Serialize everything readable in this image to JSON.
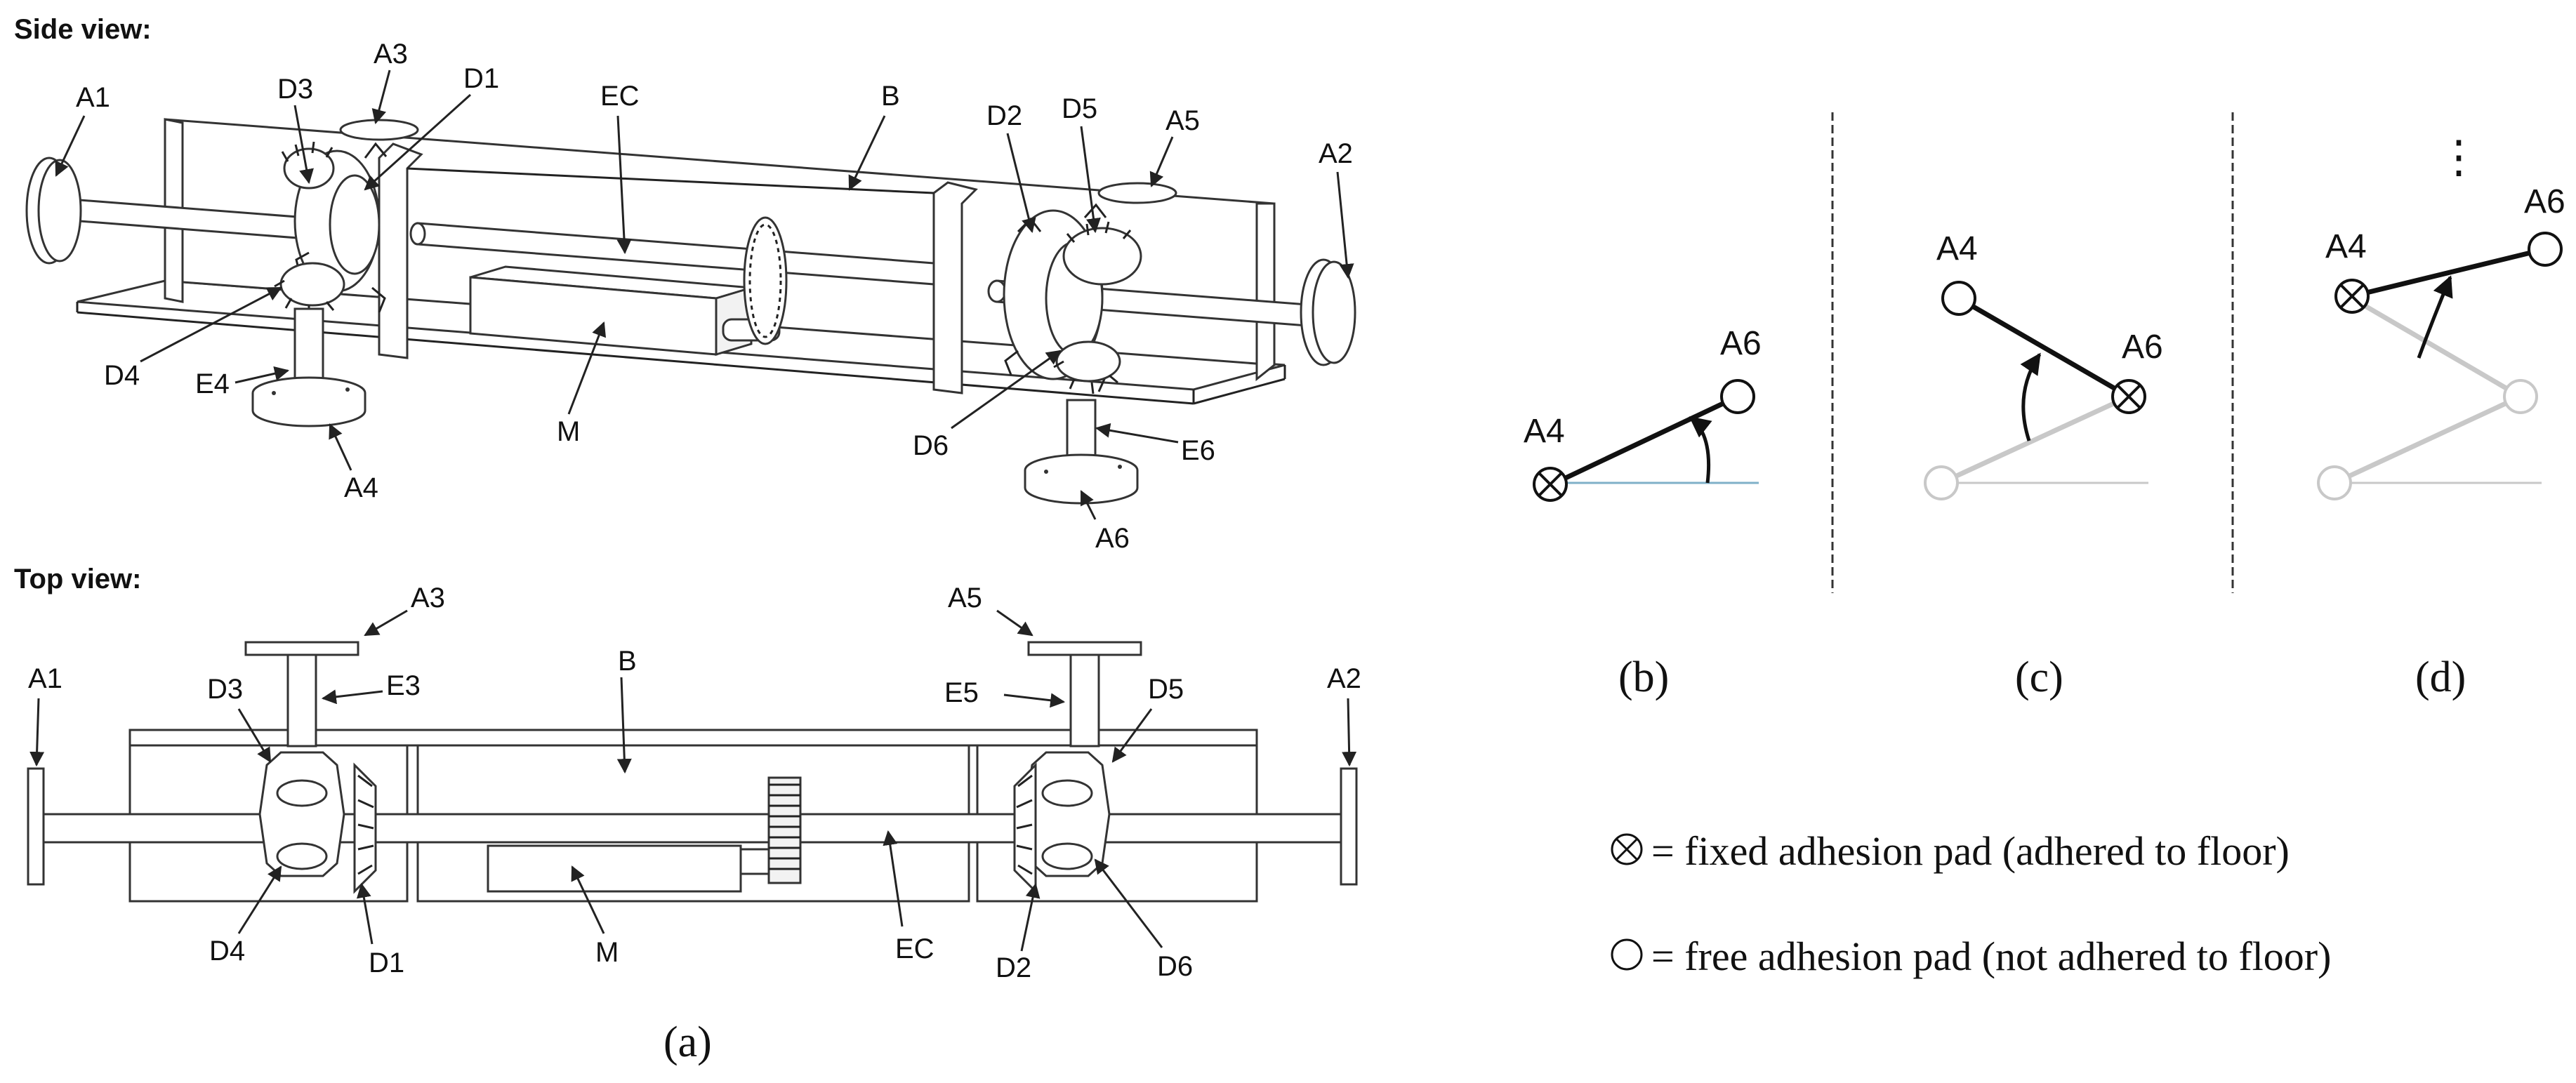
{
  "headers": {
    "side_view": "Side view:",
    "top_view": "Top view:"
  },
  "side_labels": {
    "A1": "A1",
    "A2": "A2",
    "A3": "A3",
    "A4": "A4",
    "A5": "A5",
    "A6": "A6",
    "D1": "D1",
    "D2": "D2",
    "D3": "D3",
    "D4": "D4",
    "D5": "D5",
    "D6": "D6",
    "EC": "EC",
    "B": "B",
    "M": "M",
    "E4": "E4",
    "E6": "E6"
  },
  "top_labels": {
    "A1": "A1",
    "A2": "A2",
    "A3": "A3",
    "A5": "A5",
    "D1": "D1",
    "D2": "D2",
    "D3": "D3",
    "D4": "D4",
    "D5": "D5",
    "D6": "D6",
    "E3": "E3",
    "E5": "E5",
    "B": "B",
    "M": "M",
    "EC": "EC"
  },
  "captions": {
    "a": "(a)",
    "b": "(b)",
    "c": "(c)",
    "d": "(d)"
  },
  "panel_b": {
    "A4": "A4",
    "A6": "A6"
  },
  "panel_c": {
    "A4": "A4",
    "A6": "A6"
  },
  "panel_d": {
    "A4": "A4",
    "A6": "A6",
    "dots": "⋮"
  },
  "legend": {
    "fixed": "= fixed adhesion pad (adhered to floor)",
    "free": "= free adhesion pad (not adhered to floor)"
  },
  "colors": {
    "line": "#222222",
    "faded": "#c8c8c8",
    "baseline": "#7fb0c8"
  }
}
